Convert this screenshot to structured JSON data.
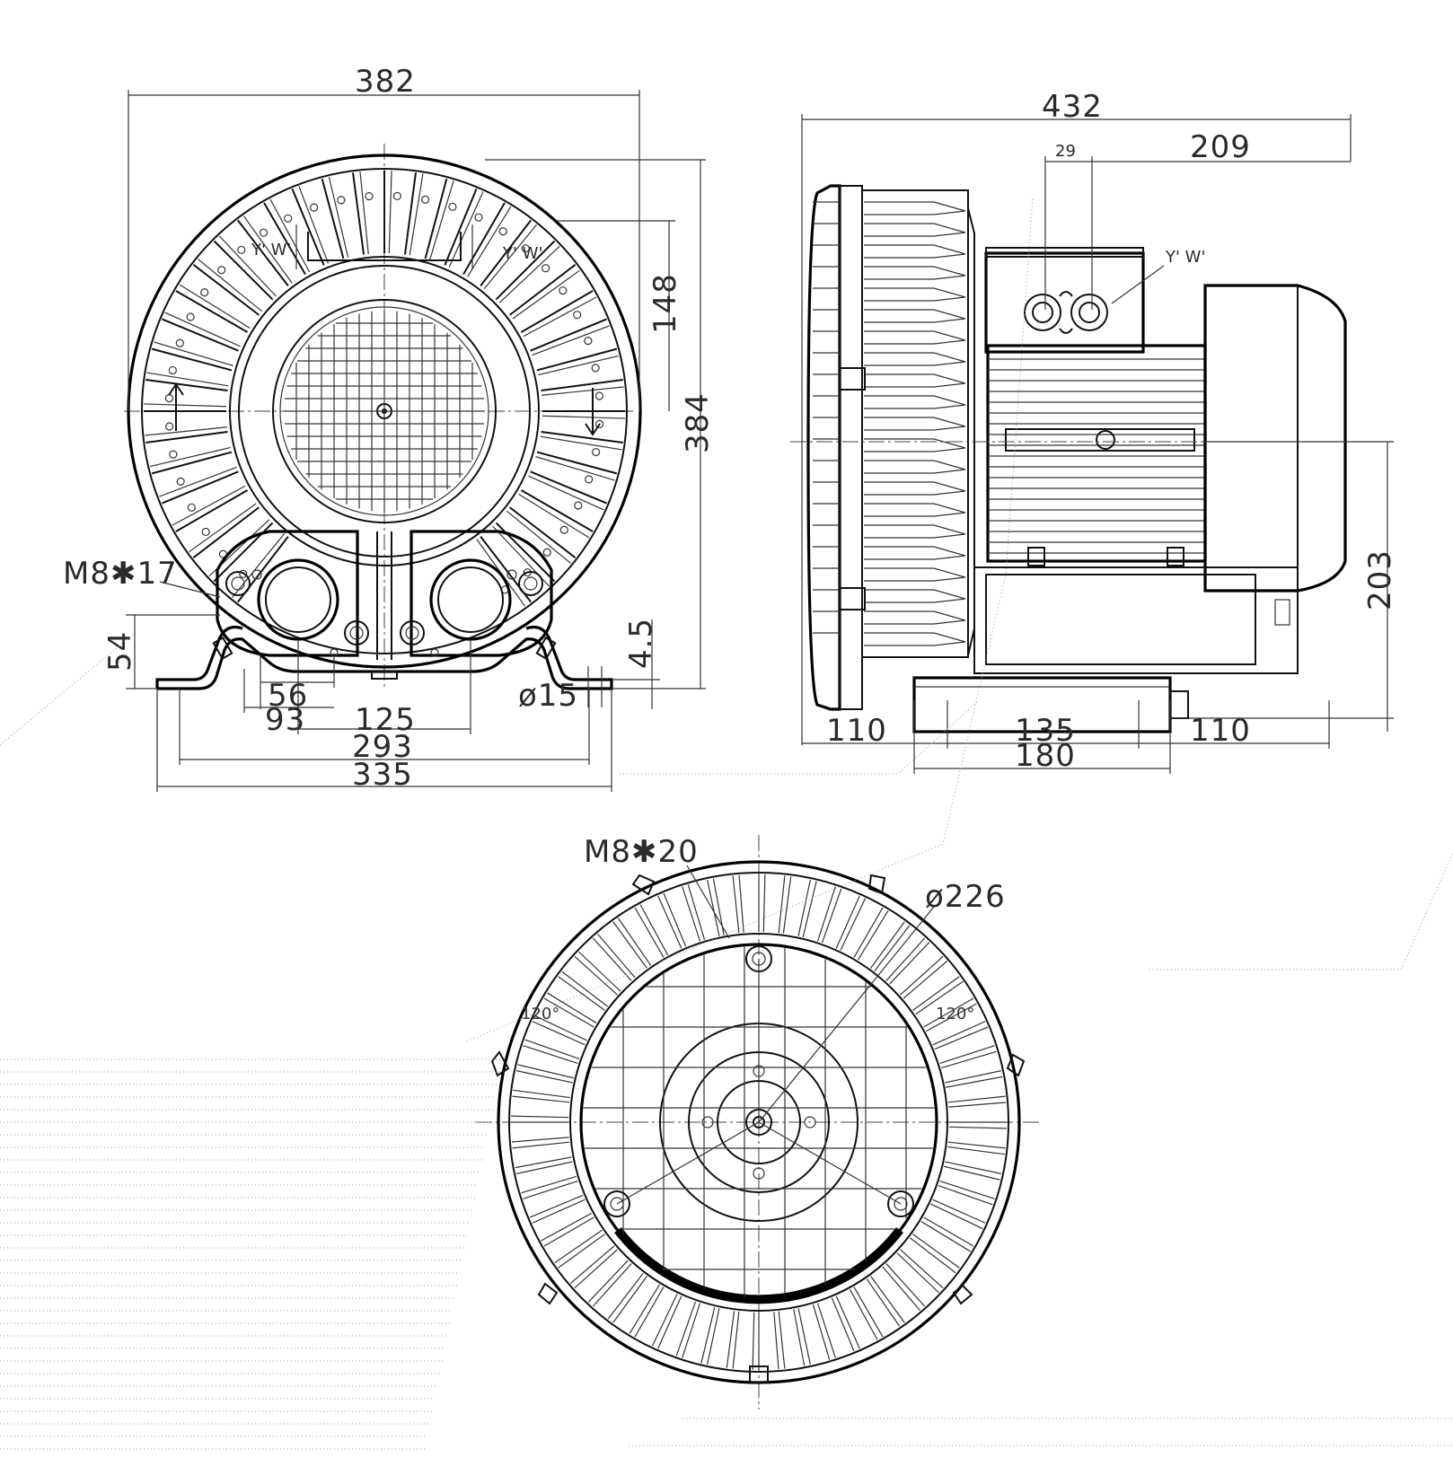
{
  "front_view": {
    "overall_width": "382",
    "overall_height": "384",
    "upper_height": "148",
    "mount_screw": "M8✱17",
    "flange_height": "54",
    "foot_thickness": "4.5",
    "hole_diameter": "ø15",
    "port_dim_56": "56",
    "port_dim_93": "93",
    "port_spacing": "125",
    "foot_spacing": "293",
    "base_width": "335",
    "terminal_label": "Y' W'"
  },
  "side_view": {
    "overall_length": "432",
    "terminal_offset": "29",
    "terminal_length": "209",
    "shaft_height": "203",
    "base_left": "110",
    "base_mid": "135",
    "base_right": "110",
    "base_total": "180",
    "terminal_label": "Y' W'"
  },
  "rear_view": {
    "mount_screw": "M8✱20",
    "bolt_circle": "ø226",
    "angle_left": "120°",
    "angle_right": "120°"
  }
}
